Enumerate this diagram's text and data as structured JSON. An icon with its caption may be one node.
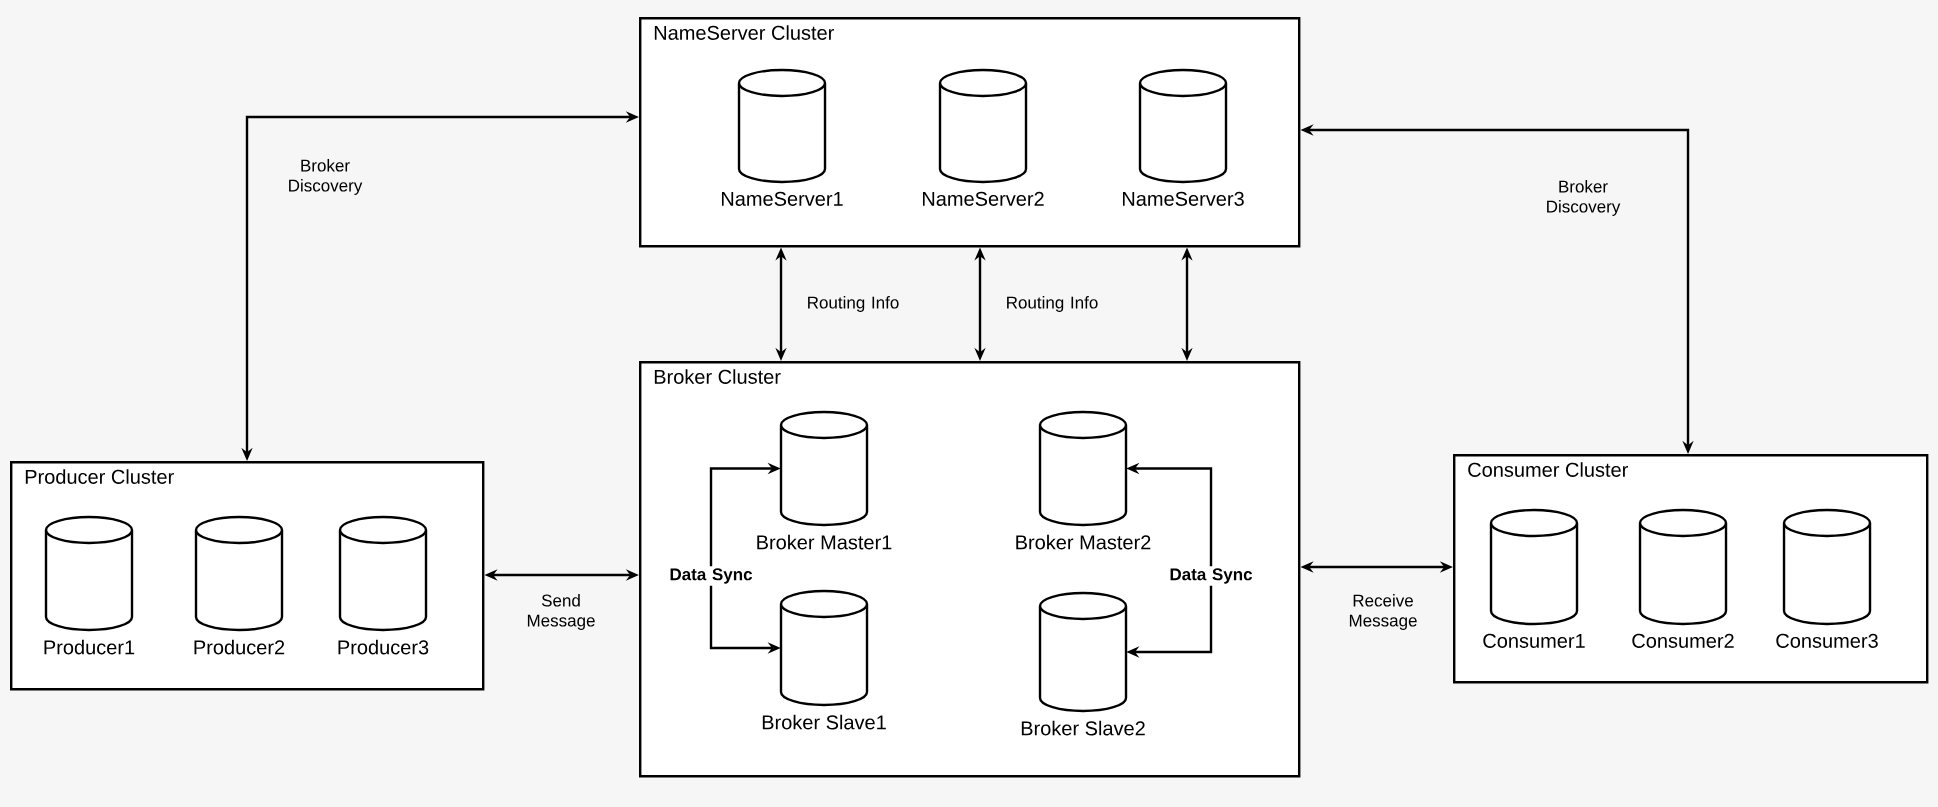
{
  "diagram": {
    "nodes": [
      {
        "text": [
          "NameServer Cluster"
        ]
      },
      {
        "text": [
          "NameServer1"
        ],
        "in": 0
      },
      {
        "text": [
          "NameServer2"
        ],
        "in": 0
      },
      {
        "text": [
          "NameServer3"
        ],
        "in": 0
      },
      {
        "text": [
          "Broker Cluster"
        ]
      },
      {
        "text": [
          "Broker Master1"
        ],
        "in": 4
      },
      {
        "text": [
          "Broker Slave1"
        ],
        "in": 4
      },
      {
        "text": [
          "Broker Master2"
        ],
        "in": 4
      },
      {
        "text": [
          "Broker Slave2"
        ],
        "in": 4
      },
      {
        "text": [
          "Producer Cluster"
        ]
      },
      {
        "text": [
          "Producer1"
        ],
        "in": 9
      },
      {
        "text": [
          "Producer2"
        ],
        "in": 9
      },
      {
        "text": [
          "Producer3"
        ],
        "in": 9
      },
      {
        "text": [
          "Consumer Cluster"
        ]
      },
      {
        "text": [
          "Consumer1"
        ],
        "in": 13
      },
      {
        "text": [
          "Consumer2"
        ],
        "in": 13
      },
      {
        "text": [
          "Consumer3"
        ],
        "in": 13
      }
    ],
    "edges": [
      {
        "from": 9,
        "to": 0,
        "arrow": "both",
        "label": "Broker Discovery"
      },
      {
        "from": 0,
        "to": 13,
        "arrow": "both",
        "label": "Broker Discovery"
      },
      {
        "from": 0,
        "to": 4,
        "arrow": "both",
        "label": "Routing Info"
      },
      {
        "from": 0,
        "to": 4,
        "arrow": "both",
        "label": "Routing Info"
      },
      {
        "from": 0,
        "to": 4,
        "arrow": "both"
      },
      {
        "from": 9,
        "to": 4,
        "arrow": "both",
        "label": "Send Message"
      },
      {
        "from": 4,
        "to": 13,
        "arrow": "both",
        "label": "Receive Message"
      },
      {
        "from": 5,
        "to": 6,
        "arrow": "both",
        "label": "Data Sync"
      },
      {
        "from": 7,
        "to": 8,
        "arrow": "both",
        "label": "Data Sync"
      }
    ]
  }
}
